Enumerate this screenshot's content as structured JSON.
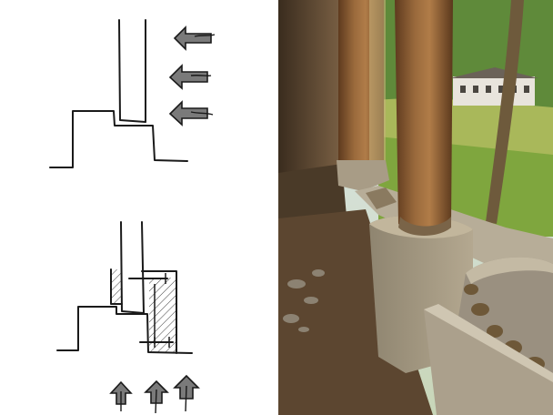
{
  "figure": {
    "panels": [
      {
        "id": "sketch",
        "kind": "hand-drawn section sketches of timber column on base"
      },
      {
        "id": "photo",
        "kind": "photograph of timber columns on concrete bases beside rammed-earth wall"
      }
    ]
  },
  "colors": {
    "ink": "#1a1a1a",
    "arrow_fill": "#7a7a7a",
    "sky": "#dfe8ee",
    "foliage": "#6f9a3a",
    "timber": "#8a5a32",
    "concrete": "#a59a86",
    "earth_wall": "#6a5238"
  },
  "icons": {
    "side_arrows": "left-pointing-arrow-icon",
    "bottom_arrows": "up-pointing-arrow-icon"
  }
}
